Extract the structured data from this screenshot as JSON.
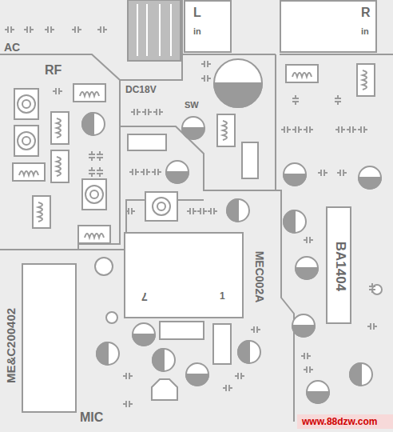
{
  "diagram": {
    "nodes": [
      {
        "text": [
          "L",
          "in"
        ]
      },
      {
        "text": [
          "R",
          "in"
        ]
      },
      {
        "text": [
          "MEC002A",
          "7",
          "1"
        ]
      },
      {
        "text": [
          "BA1404"
        ]
      }
    ],
    "labels": [
      "AC",
      "RF",
      "DC18V",
      "SW",
      "ME&C200402",
      "MIC",
      "www.88dzw.com"
    ]
  }
}
